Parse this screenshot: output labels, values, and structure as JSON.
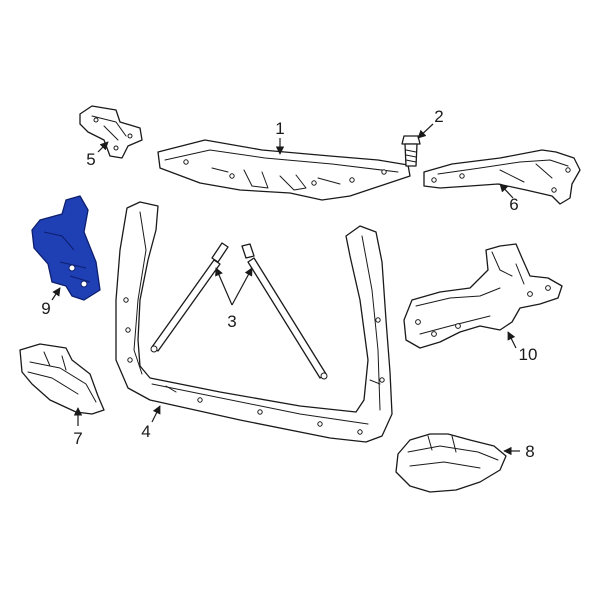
{
  "colors": {
    "highlight": "#1f3fb5",
    "line": "#1a1a1a",
    "background": "#ffffff"
  },
  "callouts": {
    "c1": "1",
    "c2": "2",
    "c3": "3",
    "c4": "4",
    "c5": "5",
    "c6": "6",
    "c7": "7",
    "c8": "8",
    "c9": "9",
    "c10": "10"
  }
}
